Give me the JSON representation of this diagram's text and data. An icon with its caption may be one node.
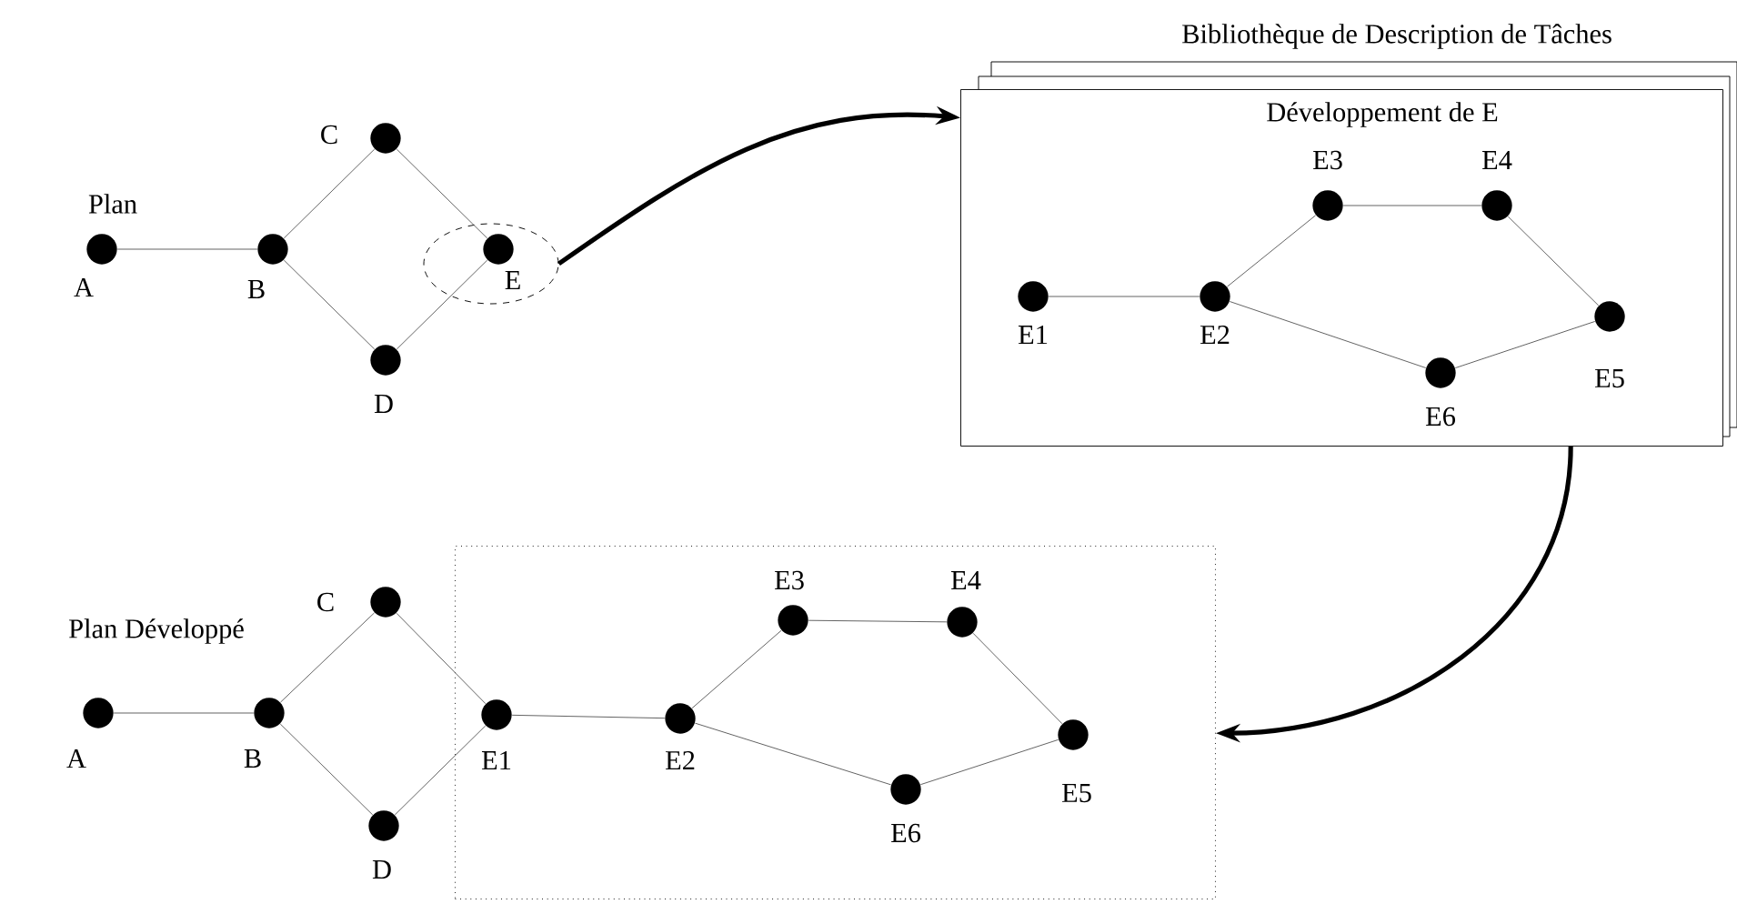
{
  "diagram": {
    "nodes": [
      {
        "text": [],
        "shape": "circle",
        "beside": [
          "A"
        ]
      },
      {
        "text": [],
        "shape": "circle",
        "beside": [
          "B"
        ]
      },
      {
        "text": [],
        "shape": "circle",
        "beside": [
          "C"
        ]
      },
      {
        "text": [],
        "shape": "circle",
        "beside": [
          "D"
        ]
      },
      {
        "text": [],
        "shape": "ellipse"
      },
      {
        "text": [],
        "shape": "circle",
        "beside": [
          "E"
        ],
        "in": 4
      },
      {
        "text": [
          "Bibliothèque de Description de Tâches",
          "Développement de E"
        ]
      },
      {
        "text": [],
        "shape": "circle",
        "beside": [
          "E1"
        ],
        "in": 6
      },
      {
        "text": [],
        "shape": "circle",
        "beside": [
          "E2"
        ],
        "in": 6
      },
      {
        "text": [],
        "shape": "circle",
        "beside": [
          "E3"
        ],
        "in": 6
      },
      {
        "text": [],
        "shape": "circle",
        "beside": [
          "E4"
        ],
        "in": 6
      },
      {
        "text": [],
        "shape": "circle",
        "beside": [
          "E5"
        ],
        "in": 6
      },
      {
        "text": [],
        "shape": "circle",
        "beside": [
          "E6"
        ],
        "in": 6
      },
      {
        "text": [],
        "shape": "circle",
        "beside": [
          "A"
        ]
      },
      {
        "text": [],
        "shape": "circle",
        "beside": [
          "B"
        ]
      },
      {
        "text": [],
        "shape": "circle",
        "beside": [
          "C"
        ]
      },
      {
        "text": [],
        "shape": "circle",
        "beside": [
          "D"
        ]
      },
      {
        "text": [],
        "shape": "box"
      },
      {
        "text": [],
        "shape": "circle",
        "beside": [
          "E1"
        ],
        "in": 17
      },
      {
        "text": [],
        "shape": "circle",
        "beside": [
          "E2"
        ],
        "in": 17
      },
      {
        "text": [],
        "shape": "circle",
        "beside": [
          "E3"
        ],
        "in": 17
      },
      {
        "text": [],
        "shape": "circle",
        "beside": [
          "E4"
        ],
        "in": 17
      },
      {
        "text": [],
        "shape": "circle",
        "beside": [
          "E5"
        ],
        "in": 17
      },
      {
        "text": [],
        "shape": "circle",
        "beside": [
          "E6"
        ],
        "in": 17
      }
    ],
    "edges": [
      {
        "from": 0,
        "to": 1,
        "arrow": "none"
      },
      {
        "from": 1,
        "to": 2,
        "arrow": "none"
      },
      {
        "from": 1,
        "to": 3,
        "arrow": "none"
      },
      {
        "from": 2,
        "to": 5,
        "arrow": "none"
      },
      {
        "from": 3,
        "to": 5,
        "arrow": "none"
      },
      {
        "from": 4,
        "to": 6,
        "arrow": "to",
        "style": "thick"
      },
      {
        "from": 7,
        "to": 8,
        "arrow": "none"
      },
      {
        "from": 8,
        "to": 9,
        "arrow": "none"
      },
      {
        "from": 9,
        "to": 10,
        "arrow": "none"
      },
      {
        "from": 10,
        "to": 11,
        "arrow": "none"
      },
      {
        "from": 8,
        "to": 12,
        "arrow": "none"
      },
      {
        "from": 12,
        "to": 11,
        "arrow": "none"
      },
      {
        "from": 6,
        "to": 17,
        "arrow": "to",
        "style": "thick"
      },
      {
        "from": 13,
        "to": 14,
        "arrow": "none"
      },
      {
        "from": 14,
        "to": 15,
        "arrow": "none"
      },
      {
        "from": 14,
        "to": 16,
        "arrow": "none"
      },
      {
        "from": 15,
        "to": 18,
        "arrow": "none"
      },
      {
        "from": 16,
        "to": 18,
        "arrow": "none"
      },
      {
        "from": 18,
        "to": 19,
        "arrow": "none"
      },
      {
        "from": 19,
        "to": 20,
        "arrow": "none"
      },
      {
        "from": 20,
        "to": 21,
        "arrow": "none"
      },
      {
        "from": 21,
        "to": 22,
        "arrow": "none"
      },
      {
        "from": 19,
        "to": 23,
        "arrow": "none"
      },
      {
        "from": 23,
        "to": 22,
        "arrow": "none"
      }
    ],
    "labels": [
      "Plan",
      "Plan Développé"
    ]
  }
}
